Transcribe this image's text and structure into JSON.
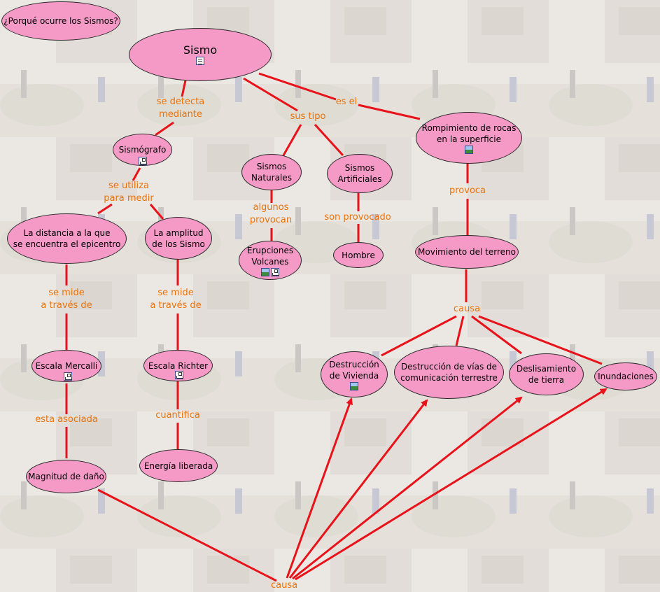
{
  "question": "¿Porqué ocurre los Sismos?",
  "nodes": {
    "sismo": "Sismo",
    "sismografo": "Sismógrafo",
    "distancia": "La distancia a la que\nse encuentra el epicentro",
    "amplitud": "La amplitud\nde los Sismo",
    "naturales": "Sismos\nNaturales",
    "artificiales": "Sismos\nArtificiales",
    "erupciones": "Erupciones\nVolcanes",
    "hombre": "Hombre",
    "rompimiento": "Rompimiento de rocas\nen la superficie",
    "movimiento": "Movimiento del terreno",
    "mercalli": "Escala Mercalli",
    "richter": "Escala Richter",
    "magnitud": "Magnitud de daño",
    "energia": "Energía liberada",
    "vivienda": "Destrucción\nde Vivienda",
    "vias": "Destrucción de vías de\ncomunicación terrestre",
    "deslizamiento": "Deslisamiento\nde tierra",
    "inundaciones": "Inundaciones"
  },
  "links": {
    "se_detecta": "se detecta\nmediante",
    "sus_tipo": "sus tipo",
    "es_el": "es el",
    "se_utiliza": "se utiliza\npara medir",
    "algunos": "algunos\nprovocan",
    "son_provocado": "son provocado",
    "provoca": "provoca",
    "se_mide_1": "se mide\na través de",
    "se_mide_2": "se mide\na través de",
    "causa_1": "causa",
    "esta_asociada": "esta asociada",
    "cuantifica": "cuantifica",
    "causa_2": "causa"
  },
  "icons": {
    "sismo": [
      "doc-icon"
    ],
    "sismografo": [
      "concept-map-icon"
    ],
    "erupciones": [
      "image-icon",
      "concept-map-icon"
    ],
    "rompimiento": [
      "image-icon"
    ],
    "mercalli": [
      "concept-map-icon"
    ],
    "richter": [
      "concept-map-icon"
    ],
    "vivienda": [
      "image-icon"
    ]
  },
  "colors": {
    "node_fill": "#f59ac7",
    "link_line": "#e8131a",
    "link_text": "#e8730c"
  }
}
